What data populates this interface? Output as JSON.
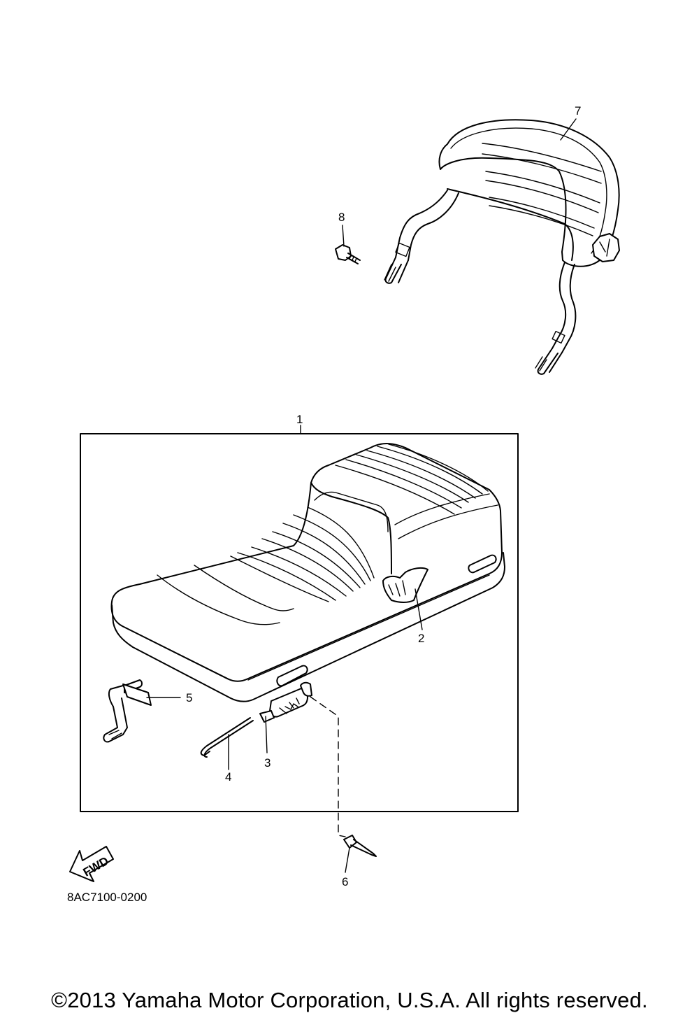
{
  "diagram": {
    "callouts": {
      "p1": "1",
      "p2": "2",
      "p3": "3",
      "p4": "4",
      "p5": "5",
      "p6": "6",
      "p7": "7",
      "p8": "8"
    },
    "fwd_label": "FWD",
    "diagram_code": "8AC7100-0200"
  },
  "footer": {
    "copyright": "©2013 Yamaha Motor Corporation, U.S.A. All rights reserved."
  }
}
